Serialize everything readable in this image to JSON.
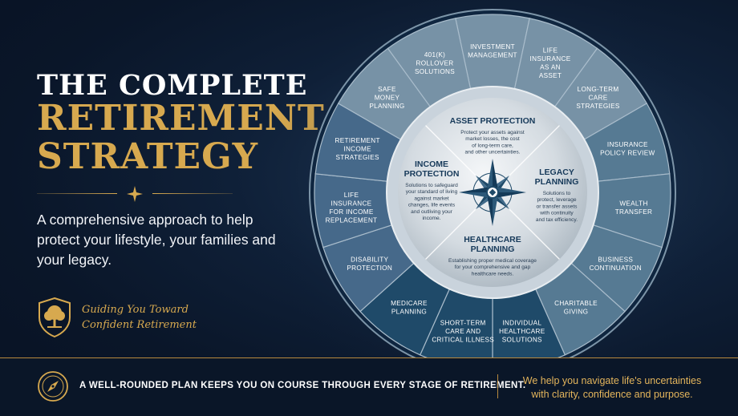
{
  "headline": {
    "line1": "THE COMPLETE",
    "line2": "RETIREMENT",
    "line3": "STRATEGY"
  },
  "description": "A comprehensive approach to help protect your lifestyle, your families and your legacy.",
  "tagline": {
    "line1": "Guiding You Toward",
    "line2": "Confident Retirement"
  },
  "footer": {
    "message": "A WELL-ROUNDED PLAN KEEPS YOU ON COURSE THROUGH EVERY STAGE OF RETIREMENT.",
    "right_line1": "We help you navigate life's uncertainties",
    "right_line2": "with clarity, confidence and purpose."
  },
  "wheel": {
    "pillars": [
      {
        "title": [
          "ASSET PROTECTION"
        ],
        "body": [
          "Protect your assets against",
          "market losses, the cost",
          "of long-term care,",
          "and other uncertainties."
        ]
      },
      {
        "title": [
          "LEGACY",
          "PLANNING"
        ],
        "body": [
          "Solutions to",
          "protect, leverage",
          "or transfer assets",
          "with continuity",
          "and tax efficiency."
        ]
      },
      {
        "title": [
          "HEALTHCARE",
          "PLANNING"
        ],
        "body": [
          "Establishing proper medical coverage",
          "for your comprehensive and gap",
          "healthcare needs."
        ]
      },
      {
        "title": [
          "INCOME",
          "PROTECTION"
        ],
        "body": [
          "Solutions to safeguard",
          "your standard of living",
          "against market",
          "changes, life events",
          "and outliving your",
          "income."
        ]
      }
    ],
    "segments": [
      {
        "lines": [
          "INVESTMENT",
          "MANAGEMENT"
        ],
        "group": "asset"
      },
      {
        "lines": [
          "LIFE",
          "INSURANCE",
          "AS AN",
          "ASSET"
        ],
        "group": "asset"
      },
      {
        "lines": [
          "LONG-TERM",
          "CARE",
          "STRATEGIES"
        ],
        "group": "asset"
      },
      {
        "lines": [
          "INSURANCE",
          "POLICY REVIEW"
        ],
        "group": "legacy"
      },
      {
        "lines": [
          "WEALTH",
          "TRANSFER"
        ],
        "group": "legacy"
      },
      {
        "lines": [
          "BUSINESS",
          "CONTINUATION"
        ],
        "group": "legacy"
      },
      {
        "lines": [
          "CHARITABLE",
          "GIVING"
        ],
        "group": "legacy"
      },
      {
        "lines": [
          "INDIVIDUAL",
          "HEALTHCARE",
          "SOLUTIONS"
        ],
        "group": "health"
      },
      {
        "lines": [
          "SHORT-TERM",
          "CARE AND",
          "CRITICAL ILLNESS"
        ],
        "group": "health"
      },
      {
        "lines": [
          "MEDICARE",
          "PLANNING"
        ],
        "group": "health"
      },
      {
        "lines": [
          "DISABILITY",
          "PROTECTION"
        ],
        "group": "income"
      },
      {
        "lines": [
          "LIFE",
          "INSURANCE",
          "FOR INCOME",
          "REPLACEMENT"
        ],
        "group": "income"
      },
      {
        "lines": [
          "RETIREMENT",
          "INCOME",
          "STRATEGIES"
        ],
        "group": "income"
      },
      {
        "lines": [
          "SAFE",
          "MONEY",
          "PLANNING"
        ],
        "group": "asset"
      },
      {
        "lines": [
          "401(K)",
          "ROLLOVER",
          "SOLUTIONS"
        ],
        "group": "asset"
      }
    ],
    "colors": {
      "asset": "#7792a6",
      "legacy": "#567a93",
      "health": "#1f4a69",
      "income": "#46698a",
      "border": "#a9bccb",
      "gold": "#d7a94f"
    }
  }
}
